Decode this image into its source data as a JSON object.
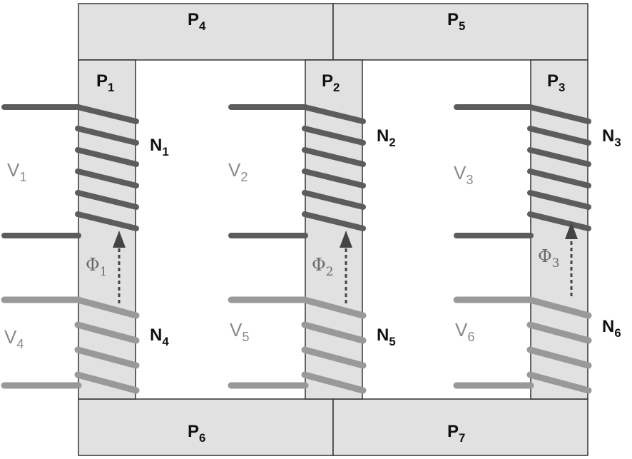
{
  "colors": {
    "core_fill": "#e1e1e1",
    "core_stroke": "#333333",
    "primary_winding": "#5c5c5c",
    "secondary_winding": "#999999",
    "terminal_label": "#8a8a8a",
    "flux_label": "#6a6a6a",
    "flux_arrow": "#444444"
  },
  "core": {
    "yokes": [
      {
        "id": "P4",
        "letter": "P",
        "sub": "4"
      },
      {
        "id": "P5",
        "letter": "P",
        "sub": "5"
      },
      {
        "id": "P6",
        "letter": "P",
        "sub": "6"
      },
      {
        "id": "P7",
        "letter": "P",
        "sub": "7"
      }
    ]
  },
  "legs": [
    {
      "core": {
        "letter": "P",
        "sub": "1"
      },
      "primary_turns": {
        "letter": "N",
        "sub": "1"
      },
      "secondary_turns": {
        "letter": "N",
        "sub": "4"
      },
      "primary_voltage": {
        "letter": "V",
        "sub": "1"
      },
      "secondary_voltage": {
        "letter": "V",
        "sub": "4"
      },
      "flux": {
        "letter": "Φ",
        "sub": "1"
      }
    },
    {
      "core": {
        "letter": "P",
        "sub": "2"
      },
      "primary_turns": {
        "letter": "N",
        "sub": "2"
      },
      "secondary_turns": {
        "letter": "N",
        "sub": "5"
      },
      "primary_voltage": {
        "letter": "V",
        "sub": "2"
      },
      "secondary_voltage": {
        "letter": "V",
        "sub": "5"
      },
      "flux": {
        "letter": "Φ",
        "sub": "2"
      }
    },
    {
      "core": {
        "letter": "P",
        "sub": "3"
      },
      "primary_turns": {
        "letter": "N",
        "sub": "3"
      },
      "secondary_turns": {
        "letter": "N",
        "sub": "6"
      },
      "primary_voltage": {
        "letter": "V",
        "sub": "3"
      },
      "secondary_voltage": {
        "letter": "V",
        "sub": "6"
      },
      "flux": {
        "letter": "Φ",
        "sub": "3"
      }
    }
  ]
}
